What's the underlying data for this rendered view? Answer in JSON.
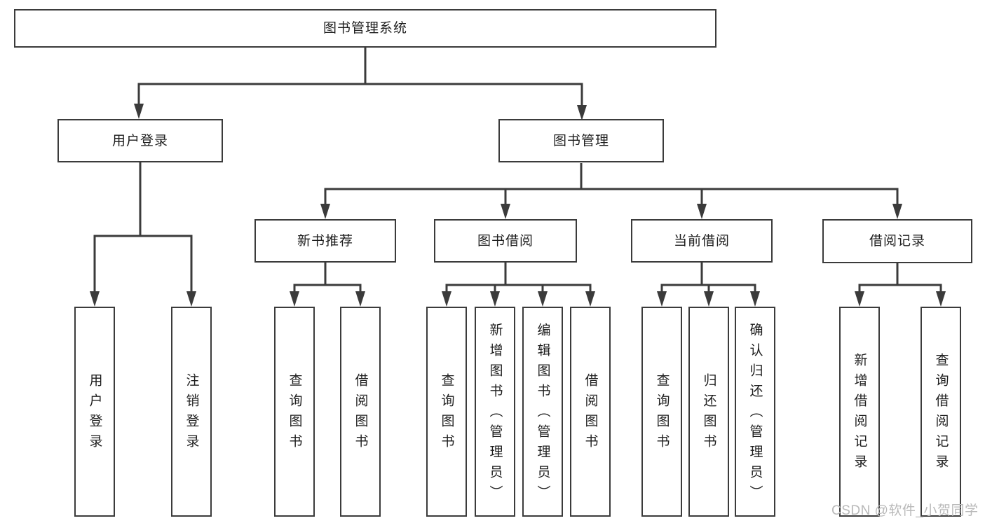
{
  "diagram": {
    "title": "图书管理系统",
    "tree": {
      "root": {
        "label": "图书管理系统"
      },
      "branches": [
        {
          "label": "用户登录",
          "children": [
            {
              "label": "用户登录"
            },
            {
              "label": "注销登录"
            }
          ]
        },
        {
          "label": "图书管理",
          "children": [
            {
              "label": "新书推荐",
              "children": [
                {
                  "label": "查询图书"
                },
                {
                  "label": "借阅图书"
                }
              ]
            },
            {
              "label": "图书借阅",
              "children": [
                {
                  "label": "查询图书"
                },
                {
                  "label": "新增图书（管理员）"
                },
                {
                  "label": "编辑图书（管理员）"
                },
                {
                  "label": "借阅图书"
                }
              ]
            },
            {
              "label": "当前借阅",
              "children": [
                {
                  "label": "查询图书"
                },
                {
                  "label": "归还图书"
                },
                {
                  "label": "确认归还（管理员）"
                }
              ]
            },
            {
              "label": "借阅记录",
              "children": [
                {
                  "label": "新增借阅记录"
                },
                {
                  "label": "查询借阅记录"
                }
              ]
            }
          ]
        }
      ]
    },
    "appearance": {
      "line_color": "#3b3b3b",
      "box_border_color": "#3b3b3b",
      "box_fill_color": "#ffffff",
      "text_color": "#1e1e1e",
      "watermark_color": "#b9b9b9",
      "background_color": "#ffffff"
    }
  },
  "watermark": {
    "text": "CSDN @软件_小贺同学"
  }
}
